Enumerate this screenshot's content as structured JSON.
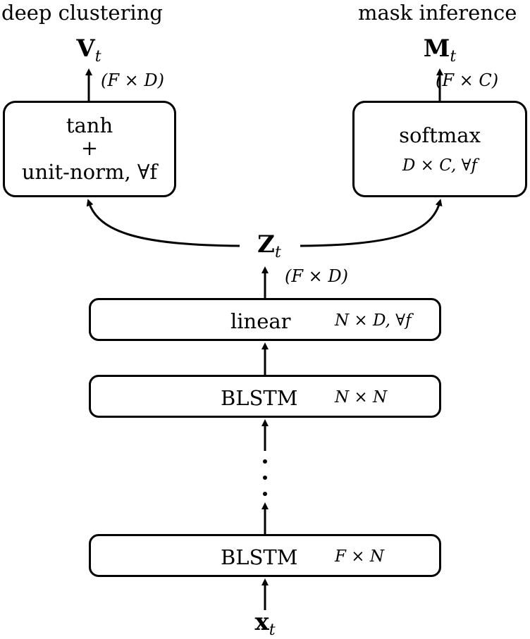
{
  "headings": {
    "left": "deep clustering",
    "right": "mask inference"
  },
  "outputs": {
    "v": {
      "symbol": "V",
      "subscript": "t",
      "dims": "(F × D)"
    },
    "m": {
      "symbol": "M",
      "subscript": "t",
      "dims": "(F × C)"
    }
  },
  "heads": {
    "tanh": {
      "line1": "tanh",
      "line2": "+",
      "line3": "unit-norm, ∀f"
    },
    "softmax": {
      "label": "softmax",
      "dims": "D × C, ∀f"
    }
  },
  "embedding": {
    "symbol": "Z",
    "subscript": "t",
    "dims": "(F × D)"
  },
  "layers": {
    "linear": {
      "label": "linear",
      "dims": "N × D, ∀f"
    },
    "blstm_top": {
      "label": "BLSTM",
      "dims": "N × N"
    },
    "ellipsis": "⋮",
    "blstm_bottom": {
      "label": "BLSTM",
      "dims": "F × N"
    }
  },
  "input": {
    "symbol": "x",
    "subscript": "t"
  }
}
